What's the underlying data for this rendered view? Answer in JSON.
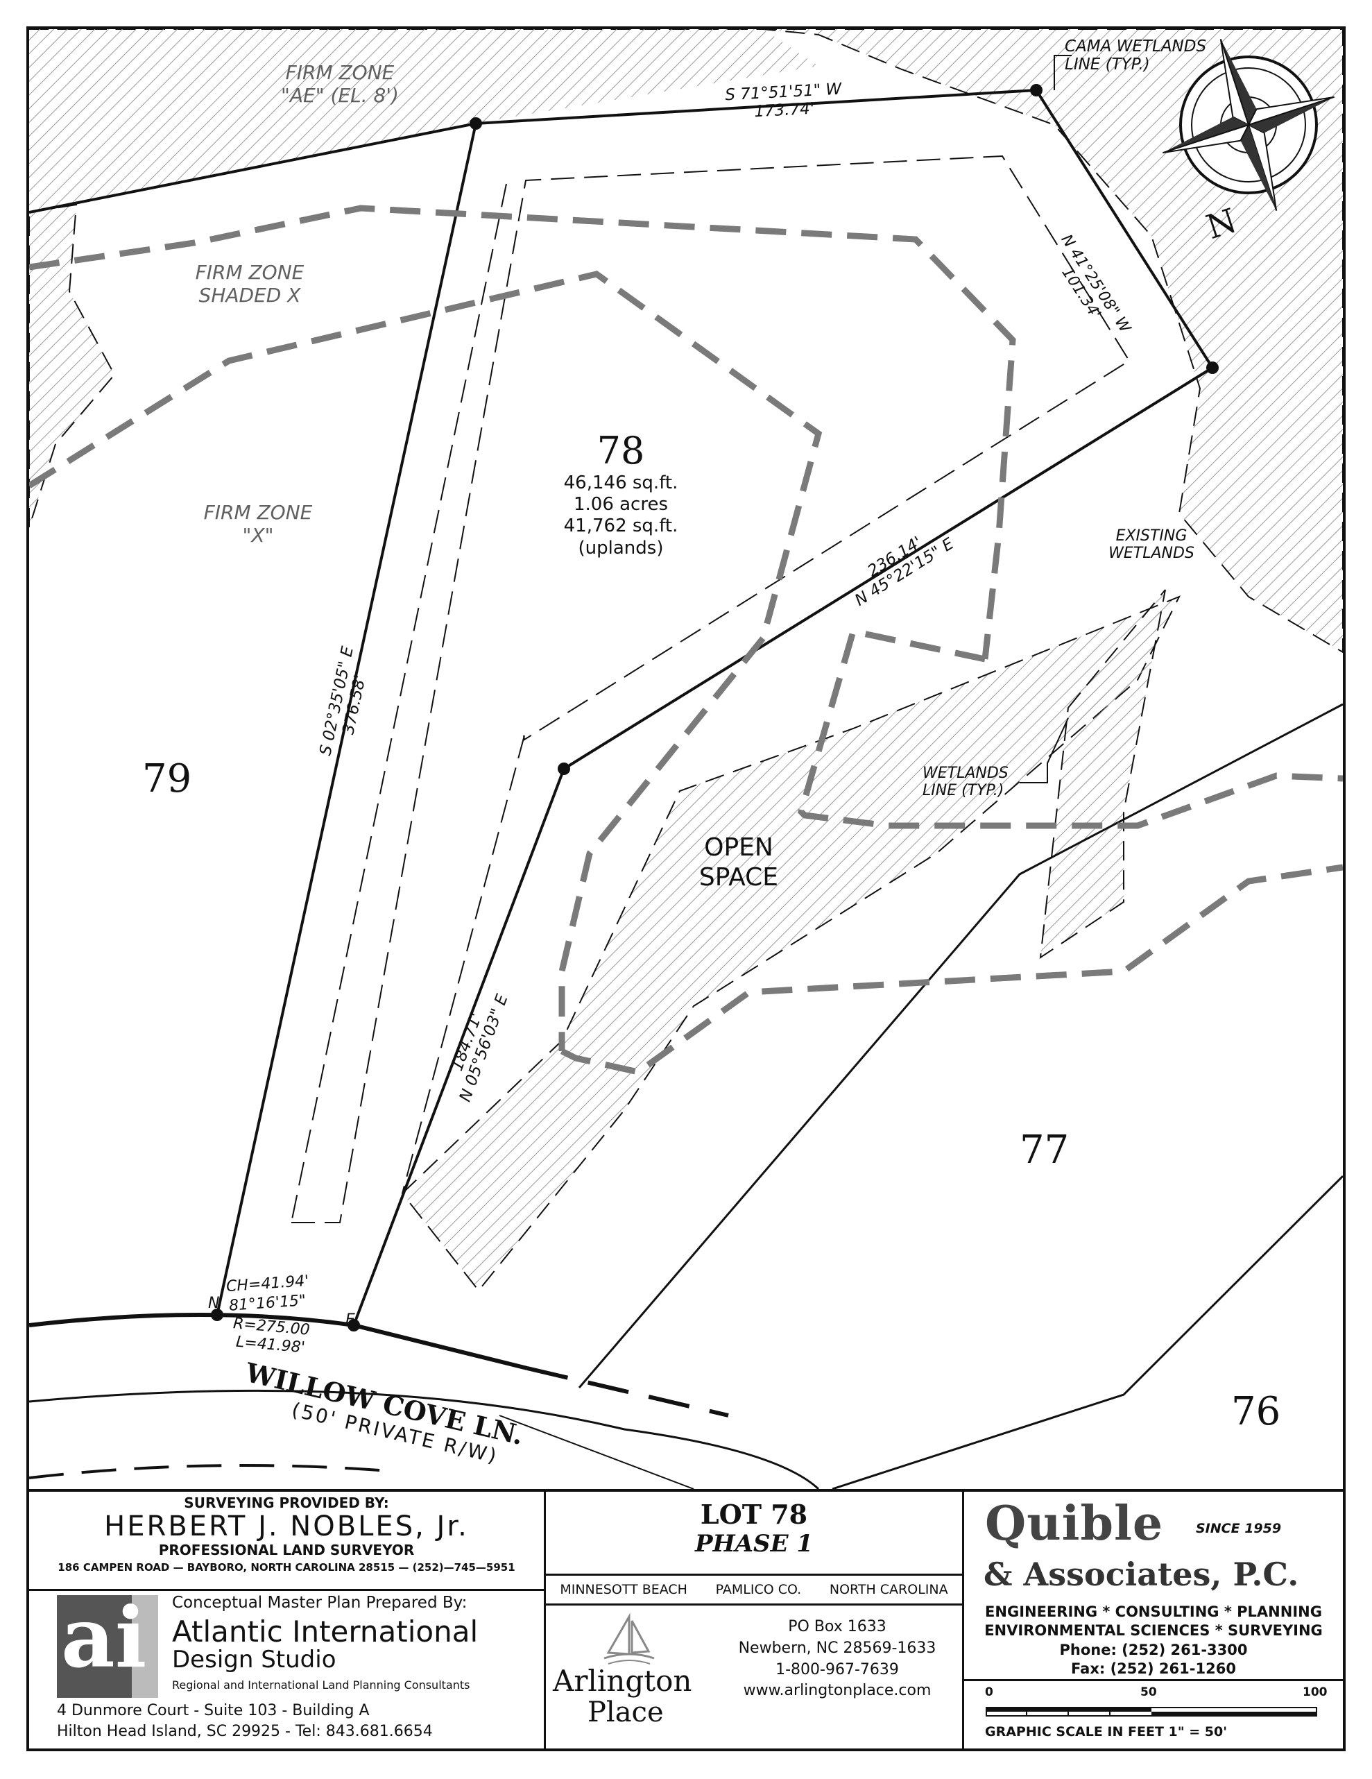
{
  "colors": {
    "ink": "#111111",
    "flood_line": "#7a7a7a",
    "zone_text": "#606060",
    "hatch": "#9a9a9a"
  },
  "plan": {
    "zones": {
      "ae_line1": "FIRM ZONE",
      "ae_line2": "\"AE\" (EL. 8')",
      "shaded_line1": "FIRM ZONE",
      "shaded_line2": "SHADED X",
      "x_line1": "FIRM ZONE",
      "x_line2": "\"X\""
    },
    "cama_line1": "CAMA WETLANDS",
    "cama_line2": "LINE (TYP.)",
    "existing_wetlands_line1": "EXISTING",
    "existing_wetlands_line2": "WETLANDS",
    "wetlands_line1": "WETLANDS",
    "wetlands_line2": "LINE (TYP.)",
    "open_space_line1": "OPEN",
    "open_space_line2": "SPACE",
    "lot": {
      "number": "78",
      "area_sqft": "46,146 sq.ft.",
      "area_acres": "1.06 acres",
      "uplands_sqft": "41,762 sq.ft.",
      "uplands_label": "(uplands)"
    },
    "neighbor_lots": [
      "79",
      "77",
      "76"
    ],
    "bearings": {
      "north_bearing": "S 71°51'51\" W",
      "north_distance": "173.74'",
      "ne_bearing": "N 41°25'08\" W",
      "ne_distance": "101.34'",
      "diag_distance": "236.14'",
      "diag_bearing": "N 45°22'15\" E",
      "west_bearing": "S 02°35'05\" E",
      "west_distance": "376.58'",
      "east_distance": "184.71'",
      "east_bearing": "N 05°56'03\" E"
    },
    "curve": {
      "chord": "CH=41.94'",
      "chord_bearing": "81°16'15\"",
      "bearing_n": "N",
      "bearing_e": "E",
      "radius": "R=275.00",
      "length": "L=41.98'"
    },
    "road_name": "WILLOW COVE LN.",
    "road_sub": "(50' PRIVATE R/W)",
    "north_label": "N"
  },
  "title_block": {
    "surveyor": {
      "provided_by": "SURVEYING PROVIDED BY:",
      "name": "HERBERT J. NOBLES, Jr.",
      "title": "PROFESSIONAL LAND SURVEYOR",
      "address": "186 CAMPEN ROAD — BAYBORO, NORTH CAROLINA 28515 — (252)—745—5951"
    },
    "designer": {
      "prepared_by": "Conceptual Master Plan Prepared By:",
      "name_line1": "Atlantic International",
      "name_line2": "Design Studio",
      "tagline": "Regional and International Land Planning Consultants",
      "address1": "4 Dunmore Court - Suite 103 - Building A",
      "address2": "Hilton Head Island, SC  29925 - Tel:  843.681.6654",
      "logo_letters": "ai"
    },
    "lot_title": "LOT 78",
    "phase": "PHASE 1",
    "location": {
      "town": "MINNESOTT BEACH",
      "county": "PAMLICO CO.",
      "state": "NORTH CAROLINA"
    },
    "arlington": {
      "name_line1": "Arlington",
      "name_line2": "Place",
      "po_box": "PO Box 1633",
      "city": "Newbern, NC 28569-1633",
      "phone": "1-800-967-7639",
      "web": "www.arlingtonplace.com"
    },
    "quible": {
      "name_line1": "Quible",
      "since": "SINCE 1959",
      "name_line2": "& Associates, P.C.",
      "services1": "ENGINEERING * CONSULTING * PLANNING",
      "services2": "ENVIRONMENTAL SCIENCES * SURVEYING",
      "phone": "Phone: (252) 261-3300",
      "fax": "Fax: (252) 261-1260"
    },
    "scale": {
      "tick0": "0",
      "tick50": "50",
      "tick100": "100",
      "caption": "GRAPHIC SCALE IN FEET 1\" = 50'"
    }
  }
}
